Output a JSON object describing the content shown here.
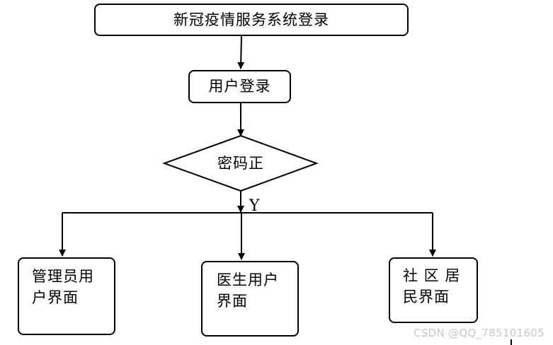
{
  "nodes": {
    "title": "新冠疫情服务系统登录",
    "login": "用户登录",
    "decision": "密码正",
    "admin_line1": "管理员用",
    "admin_line2": "户界面",
    "doctor_line1": "医生用户",
    "doctor_line2": "界面",
    "resident_line1": "社 区 居",
    "resident_line2": "民界面"
  },
  "edge_labels": {
    "yes": "Y"
  },
  "watermark": "CSDN @QQ_785101605"
}
